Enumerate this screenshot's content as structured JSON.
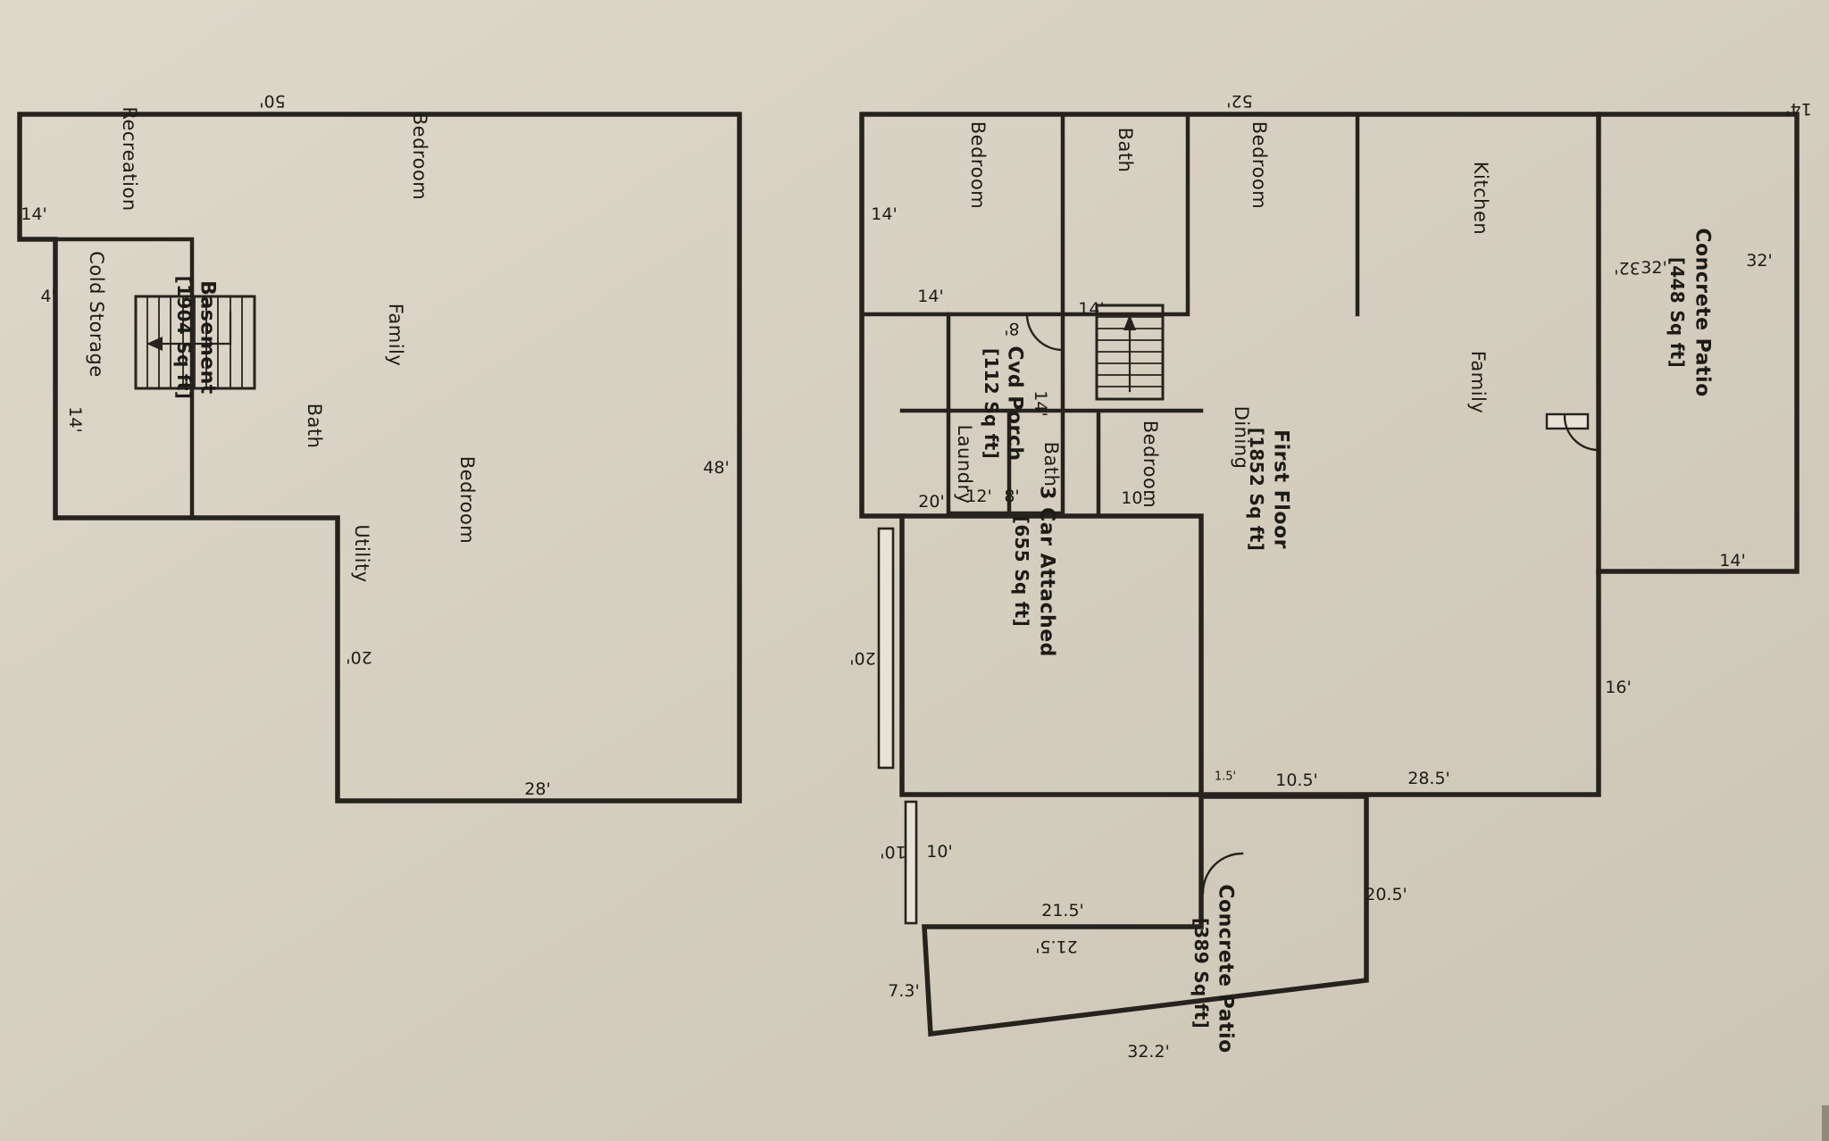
{
  "page": {
    "bg_top": "#ded8cb",
    "bg_bottom": "#ccc5b5",
    "line_color": "#26231e",
    "text_color": "#1d1b17",
    "walkway_fill": "#e8e2d6",
    "artifact_color": "#5f594e"
  },
  "basement": {
    "title": "Basement",
    "area": "[1904 Sq ft]",
    "rooms": {
      "recreation": "Recreation",
      "bedroom_upper": "Bedroom",
      "cold_storage": "Cold Storage",
      "family": "Family",
      "bath": "Bath",
      "bedroom_lower": "Bedroom",
      "utility": "Utility"
    },
    "dims": {
      "top": "50'",
      "left_upper": "14'",
      "left_jog": "4'",
      "cold_storage": "14'",
      "right": "48'",
      "notch": "20'",
      "bottom": "28'"
    }
  },
  "first_floor": {
    "title": "First Floor",
    "area": "[1852 Sq ft]",
    "rooms": {
      "bedroom_left": "Bedroom",
      "bath_top": "Bath",
      "bedroom_mid": "Bedroom",
      "kitchen": "Kitchen",
      "family": "Family",
      "dining": "Dining",
      "laundry": "Laundry",
      "bath_lower": "Bath",
      "bedroom_lower": "Bedroom"
    },
    "porch": {
      "title": "Cvd Porch",
      "area": "[112 Sq ft]"
    },
    "garage": {
      "title": "3 Car Attached",
      "area": "[655 Sq ft]"
    },
    "patio_rear": {
      "title": "Concrete Patio",
      "area": "[448 Sq ft]"
    },
    "patio_side": {
      "title": "Concrete Patio",
      "area": "[389 Sq ft]"
    },
    "dims": {
      "top": "52'",
      "left_upper": "14'",
      "bedroom_width": "14'",
      "porch_top": "8'",
      "porch_depth": "14'",
      "porch_bottom_left": "12'",
      "porch_bottom_right": "8'",
      "stair_top": "14'",
      "stair_bottom": "10'",
      "laundry": "20'",
      "garage_left": "20'",
      "right_lower": "16'",
      "bottom_left": "10.5'",
      "bottom_right": "28.5'",
      "bottom_jog": "1.5'",
      "walk_left": "10'",
      "walk_right": "10'",
      "patio_side_top_a": "21.5'",
      "patio_side_top_b": "21.5'",
      "patio_side_left": "7.3'",
      "patio_side_bottom": "32.2'",
      "patio_side_right": "20.5'",
      "patio_rear_right": "32'",
      "patio_rear_wall_a": "32'",
      "patio_rear_wall_b": "32'",
      "patio_rear_top": "14'",
      "patio_rear_bottom": "14'"
    }
  }
}
